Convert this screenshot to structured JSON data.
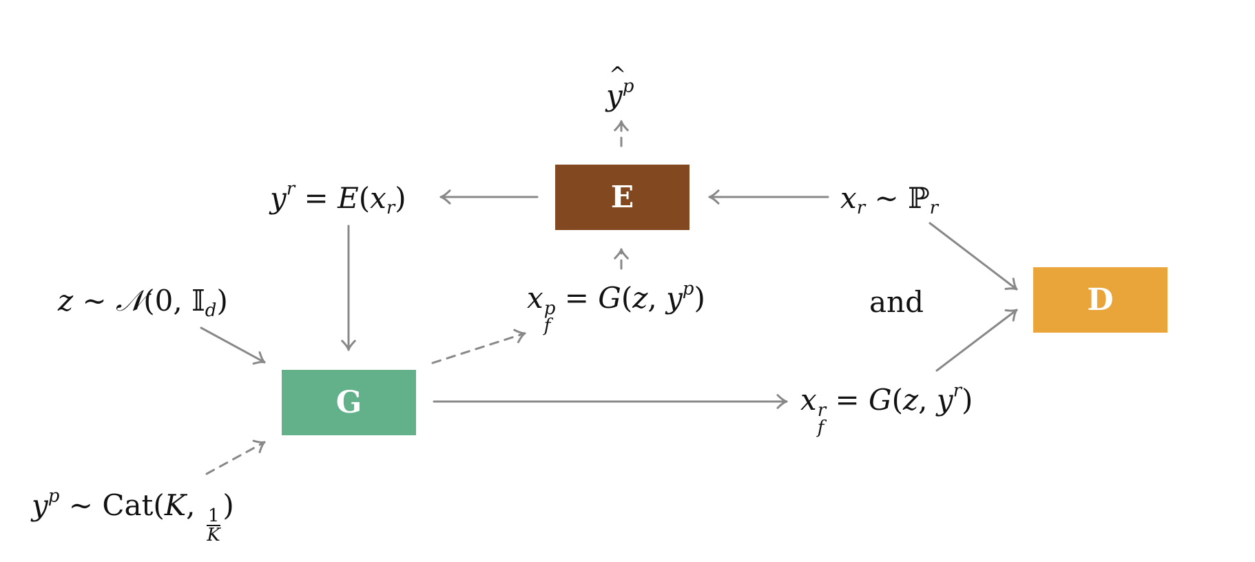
{
  "boxes": {
    "E": {
      "label": "E",
      "color": "#82481f"
    },
    "G": {
      "label": "G",
      "color": "#62b18a"
    },
    "D": {
      "label": "D",
      "color": "#e9a53a"
    }
  },
  "text": {
    "and": "and"
  },
  "arrow_color": "#888888"
}
